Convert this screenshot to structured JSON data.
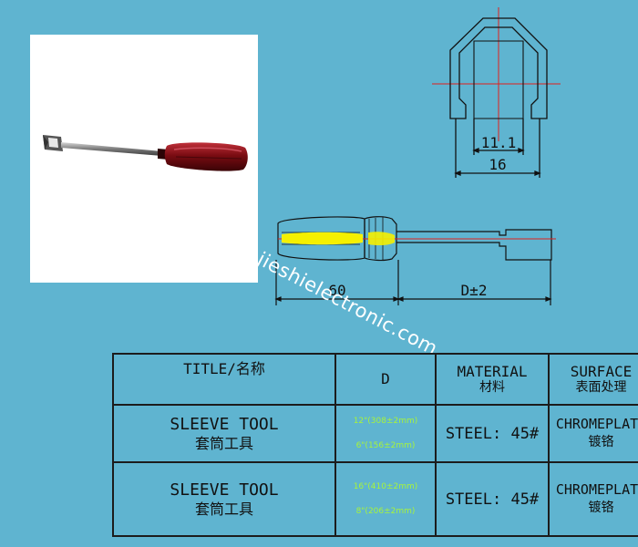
{
  "drawing": {
    "handle_length": "60",
    "shaft_length": "D±2",
    "inner_width": "11.1",
    "outer_width": "16"
  },
  "watermark": "www.jieshielectronic.com",
  "table": {
    "headers": {
      "title": "TITLE/名称",
      "d": "D",
      "material_en": "MATERIAL",
      "material_cn": "材料",
      "surface_en": "SURFACE",
      "surface_cn": "表面处理"
    },
    "rows": [
      {
        "title_en": "SLEEVE TOOL",
        "title_cn": "套筒工具",
        "d_values": [
          "12\"(308±2mm)",
          "6\"(156±2mm)"
        ],
        "material": "STEEL: 45#",
        "surface_en": "CHROMEPLATE",
        "surface_cn": "镀铬"
      },
      {
        "title_en": "SLEEVE TOOL",
        "title_cn": "套筒工具",
        "d_values": [
          "16\"(410±2mm)",
          "8\"(206±2mm)"
        ],
        "material": "STEEL: 45#",
        "surface_en": "CHROMEPLATE",
        "surface_cn": "镀铬"
      }
    ]
  },
  "colors": {
    "background": "#5fb4d0",
    "centerline": "#e0201c",
    "handle_highlight": "#f5f000",
    "d_value_text": "#a8f43a",
    "handle_red": "#7a0c12"
  }
}
